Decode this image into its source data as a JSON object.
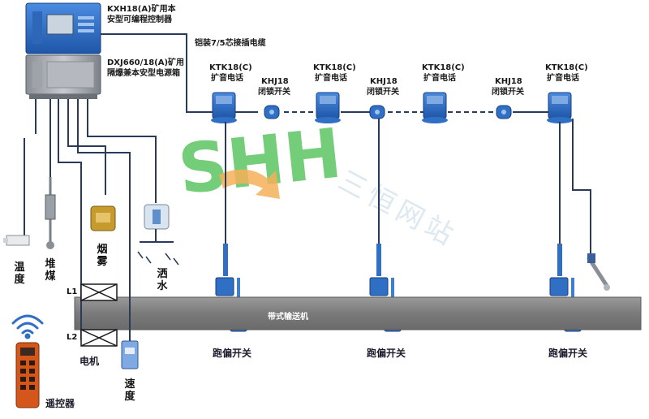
{
  "controller": {
    "model": "KXH18(A)矿用本",
    "desc": "安型可编程控制器"
  },
  "power_box": {
    "model": "DXJ660/18(A)矿用",
    "desc": "隔爆兼本安型电源箱"
  },
  "cable_label": "铠装7/5芯接插电缆",
  "phones": [
    {
      "model": "KTK18(C)",
      "desc": "扩音电话"
    },
    {
      "model": "KTK18(C)",
      "desc": "扩音电话"
    },
    {
      "model": "KTK18(C)",
      "desc": "扩音电话"
    },
    {
      "model": "KTK18(C)",
      "desc": "扩音电话"
    }
  ],
  "lock_switches": [
    {
      "model": "KHJ18",
      "desc": "闭锁开关"
    },
    {
      "model": "KHJ18",
      "desc": "闭锁开关"
    },
    {
      "model": "KHJ18",
      "desc": "闭锁开关"
    }
  ],
  "sensors": {
    "temperature": "温度",
    "coal_pile": "堆煤",
    "smoke": "烟雾",
    "water_spray": "洒水",
    "speed": "速度",
    "motor": "电机",
    "remote": "遥控器"
  },
  "motor_labels": {
    "l1": "L1",
    "l2": "L2"
  },
  "conveyor_label": "带式输送机",
  "deviation_switch": "跑偏开关",
  "watermark": {
    "logo": "SHH",
    "text": "三恒网站"
  },
  "colors": {
    "device_blue": "#2f6fc4",
    "line": "#2a3a5a",
    "belt": "#7f7f7f",
    "watermark_green": "#33b33a",
    "watermark_orange": "#f5a33a"
  }
}
